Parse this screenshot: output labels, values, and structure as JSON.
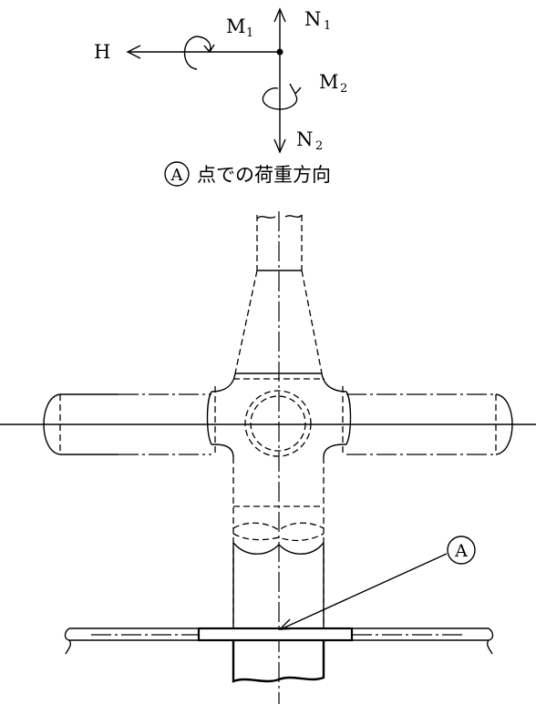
{
  "load_labels": {
    "h": "H",
    "m1": "M",
    "m1_sub": "1",
    "n1": "N",
    "n1_sub": "1",
    "m2": "M",
    "m2_sub": "2",
    "n2": "N",
    "n2_sub": "2"
  },
  "caption": {
    "marker": "A",
    "text": "点での荷重方向"
  },
  "callout": {
    "marker": "A"
  }
}
